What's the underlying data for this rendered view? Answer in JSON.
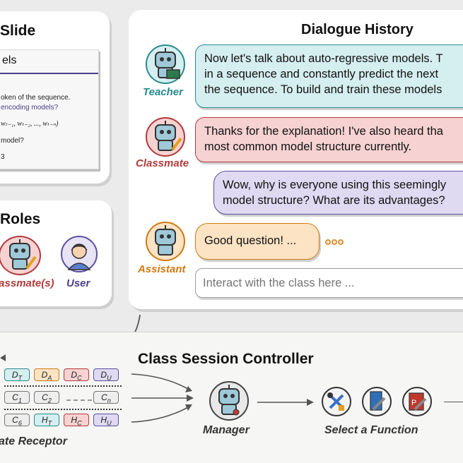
{
  "slide": {
    "title": "Slide",
    "heading": "els",
    "lines": [
      "oken of the sequence.",
      "encoding models?",
      "model?",
      "3"
    ],
    "formula": "wₜ₋₁, wₜ₋₂, ..., wₜ₋ₙ)"
  },
  "roles": {
    "title": "Roles",
    "items": [
      {
        "label": "lassmate(s)",
        "color": "#b23a3a"
      },
      {
        "label": "User",
        "color": "#4b3f8a"
      }
    ]
  },
  "dialogue": {
    "title": "Dialogue History",
    "messages": [
      {
        "role": "Teacher",
        "role_color": "#2a8a8e",
        "lines": [
          "Now let's talk about auto-regressive models. T",
          "in a sequence and constantly predict the next",
          "the sequence. To build and train these models"
        ]
      },
      {
        "role": "Classmate",
        "role_color": "#b23a3a",
        "lines": [
          "Thanks for the explanation! I've also heard tha",
          "most common model structure currently."
        ]
      },
      {
        "role": "",
        "role_color": "#5a4fa0",
        "lines": [
          "Wow, why is everyone using this seemingly",
          "model structure? What are its advantages?"
        ]
      },
      {
        "role": "Assistant",
        "role_color": "#d07a12",
        "lines": [
          "Good question! ..."
        ]
      }
    ],
    "input_placeholder": "Interact with the class here ..."
  },
  "controller": {
    "title": "Class Session Controller",
    "receptor_label": "ate Receptor",
    "manager_label": "Manager",
    "select_label": "Select a Function",
    "token_rows": [
      [
        {
          "t": "D",
          "s": "T",
          "c": "#2a8a8e",
          "bg": "#d5eef0"
        },
        {
          "t": "D",
          "s": "A",
          "c": "#d07a12",
          "bg": "#fbe3c4"
        },
        {
          "t": "D",
          "s": "C",
          "c": "#b23a3a",
          "bg": "#f6d2d2"
        },
        {
          "t": "D",
          "s": "U",
          "c": "#5a4fa0",
          "bg": "#dfdaf2"
        }
      ],
      [
        {
          "t": "C",
          "s": "1",
          "c": "#777",
          "bg": "#eeeeee"
        },
        {
          "t": "C",
          "s": "2",
          "c": "#777",
          "bg": "#eeeeee"
        },
        {
          "t": "C",
          "s": "n",
          "c": "#777",
          "bg": "#eeeeee"
        }
      ],
      [
        {
          "t": "C",
          "s": "6",
          "c": "#777",
          "bg": "#eeeeee"
        },
        {
          "t": "H",
          "s": "T",
          "c": "#2a8a8e",
          "bg": "#d5eef0"
        },
        {
          "t": "H",
          "s": "C",
          "c": "#b23a3a",
          "bg": "#f6d2d2"
        },
        {
          "t": "H",
          "s": "U",
          "c": "#5a4fa0",
          "bg": "#dfdaf2"
        }
      ]
    ]
  },
  "icons": {
    "robot": "robot-icon",
    "user": "user-avatar-icon",
    "tools": [
      "tools-icon",
      "book-wrench-icon",
      "slides-wrench-icon"
    ]
  }
}
